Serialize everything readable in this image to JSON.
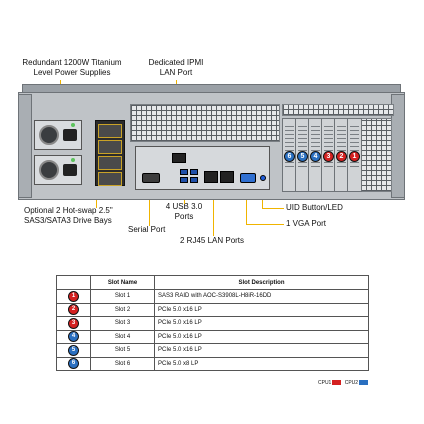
{
  "callouts": {
    "psu": [
      "Redundant  1200W Titanium",
      "Level Power Supplies"
    ],
    "ipmi": [
      "Dedicated IPMI",
      "LAN Port"
    ],
    "drive": [
      "Optional 2 Hot-swap  2.5\"",
      "SAS3/SATA3 Drive Bays"
    ],
    "serial": "Serial Port",
    "usb": [
      "4 USB 3.0",
      "Ports"
    ],
    "rj45": "2 RJ45 LAN Ports",
    "uid": "UID Button/LED",
    "vga": "1 VGA Port"
  },
  "colors": {
    "cpu1": "#d42020",
    "cpu2": "#2a6fc0",
    "callout_line": "#f0b400"
  },
  "table": {
    "headers": [
      "Slot Name",
      "Slot Description"
    ],
    "rows": [
      {
        "badge": "1",
        "cpu": "cpu1",
        "name": "Slot 1",
        "desc": "SAS3 RAID  with AOC-S3908L-H8iR-16DD"
      },
      {
        "badge": "2",
        "cpu": "cpu1",
        "name": "Slot 2",
        "desc": "PCIe 5.0 x16 LP"
      },
      {
        "badge": "3",
        "cpu": "cpu1",
        "name": "Slot 3",
        "desc": "PCIe 5.0 x16 LP"
      },
      {
        "badge": "4",
        "cpu": "cpu2",
        "name": "Slot 4",
        "desc": "PCIe 5.0 x16 LP"
      },
      {
        "badge": "5",
        "cpu": "cpu2",
        "name": "Slot 5",
        "desc": "PCIe 5.0 x16 LP"
      },
      {
        "badge": "6",
        "cpu": "cpu2",
        "name": "Slot 6",
        "desc": "PCIe 5.0 x8 LP"
      }
    ]
  },
  "chassis_slots": [
    {
      "badge": "6",
      "cpu": "cpu2"
    },
    {
      "badge": "5",
      "cpu": "cpu2"
    },
    {
      "badge": "4",
      "cpu": "cpu2"
    },
    {
      "badge": "3",
      "cpu": "cpu1"
    },
    {
      "badge": "2",
      "cpu": "cpu1"
    },
    {
      "badge": "1",
      "cpu": "cpu1"
    }
  ],
  "legend": {
    "cpu1": "CPU1",
    "cpu2": "CPU2"
  }
}
